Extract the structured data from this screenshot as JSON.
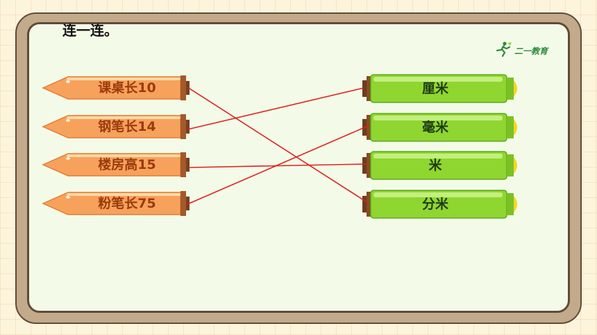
{
  "instruction": "连一连。",
  "logo": {
    "icon": "runner-icon",
    "text": "二一教育"
  },
  "items": [
    {
      "label": "课桌长10"
    },
    {
      "label": "钢笔长14"
    },
    {
      "label": "楼房高15"
    },
    {
      "label": "粉笔长75"
    }
  ],
  "units": [
    {
      "label": "厘米"
    },
    {
      "label": "毫米"
    },
    {
      "label": "米"
    },
    {
      "label": "分米"
    }
  ],
  "matches": [
    {
      "item": "课桌长10",
      "unit": "分米"
    },
    {
      "item": "钢笔长14",
      "unit": "厘米"
    },
    {
      "item": "楼房高15",
      "unit": "米"
    },
    {
      "item": "粉笔长75",
      "unit": "毫米"
    }
  ],
  "colors": {
    "line": "#e02020",
    "pencil": "#f7a25c",
    "pencil_text": "#9b3b0c",
    "bar": "#8fd631",
    "bar_cap": "#f2d722",
    "frame": "#c3aa8a",
    "board": "#f3fbe8"
  }
}
